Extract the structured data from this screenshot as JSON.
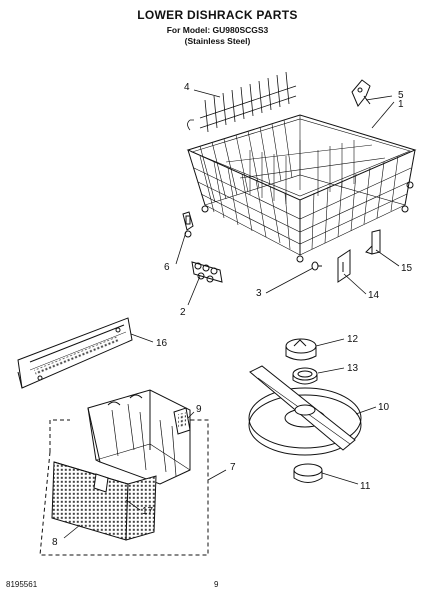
{
  "header": {
    "title": "LOWER DISHRACK PARTS",
    "model": "For Model: GU980SCGS3",
    "finish": "(Stainless Steel)"
  },
  "callouts": [
    "1",
    "2",
    "3",
    "4",
    "5",
    "6",
    "7",
    "8",
    "9",
    "10",
    "11",
    "12",
    "13",
    "14",
    "15",
    "16",
    "17"
  ],
  "footer": {
    "doc_number": "8195561",
    "page_number": "9"
  }
}
